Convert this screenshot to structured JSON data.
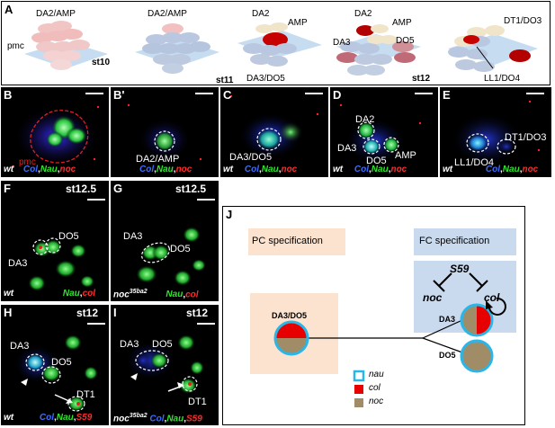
{
  "panel_letters": {
    "A": "A",
    "B": "B",
    "Bp": "B'",
    "C": "C",
    "D": "D",
    "E": "E",
    "F": "F",
    "G": "G",
    "H": "H",
    "I": "I",
    "J": "J"
  },
  "panelA": {
    "pmc": "pmc",
    "s10_label": "DA2/AMP",
    "s10_stage": "st10",
    "s11a_label": "DA2/AMP",
    "s11_stage": "st11",
    "s11b_da2": "DA2",
    "s11b_amp": "AMP",
    "s11b_da3do5": "DA3/DO5",
    "s12a_da2": "DA2",
    "s12a_amp": "AMP",
    "s12a_da3": "DA3",
    "s12a_do5": "DO5",
    "s12_stage": "st12",
    "s12b_dt1": "DT1/DO3",
    "s12b_ll1": "LL1/DO4"
  },
  "panelB": {
    "pmc": "pmc",
    "wt": "wt",
    "col": "Col",
    "nau": "Nau",
    "noc": "noc",
    "comma1": ",",
    "comma2": ","
  },
  "panelBp": {
    "label": "DA2/AMP",
    "col": "Col",
    "nau": "Nau",
    "noc": "noc",
    "comma1": ",",
    "comma2": ","
  },
  "panelC": {
    "label": "DA3/DO5",
    "wt": "wt",
    "col": "Col",
    "nau": "Nau",
    "noc": "noc",
    "comma1": ",",
    "comma2": ","
  },
  "panelD": {
    "da2": "DA2",
    "da3": "DA3",
    "do5": "DO5",
    "amp": "AMP",
    "wt": "wt",
    "col": "Col",
    "nau": "Nau",
    "noc": "noc",
    "comma1": ",",
    "comma2": ","
  },
  "panelE": {
    "dt1": "DT1/DO3",
    "ll1": "LL1/DO4",
    "wt": "wt",
    "col": "Col",
    "nau": "Nau",
    "noc": "noc",
    "comma1": ",",
    "comma2": ","
  },
  "panelF": {
    "stage": "st12.5",
    "do5": "DO5",
    "da3": "DA3",
    "wt": "wt",
    "nau": "Nau",
    "col": "col",
    "comma": ","
  },
  "panelG": {
    "stage": "st12.5",
    "da3": "DA3",
    "do5": "DO5",
    "geno": "noc",
    "geno_sup": "35ba2",
    "nau": "Nau",
    "col": "col",
    "comma": ","
  },
  "panelH": {
    "stage": "st12",
    "da3": "DA3",
    "do5": "DO5",
    "dt1": "DT1",
    "wt": "wt",
    "col": "Col",
    "nau": "Nau",
    "s59": "S59",
    "comma1": ",",
    "comma2": ","
  },
  "panelI": {
    "stage": "st12",
    "da3": "DA3",
    "do5": "DO5",
    "dt1": "DT1",
    "geno": "noc",
    "geno_sup": "35ba2",
    "col": "Col",
    "nau": "Nau",
    "s59": "S59",
    "comma1": ",",
    "comma2": ","
  },
  "panelJ": {
    "pc_spec": "PC specification",
    "fc_spec": "FC specification",
    "da3do5": "DA3/DO5",
    "s59": "S59",
    "noc": "noc",
    "col": "col",
    "da3": "DA3",
    "do5": "DO5",
    "legend": [
      {
        "name": "nau",
        "color": "#29b6e8"
      },
      {
        "name": "col",
        "color": "#e60000"
      },
      {
        "name": "noc",
        "color": "#a08c66"
      }
    ]
  },
  "colors": {
    "pc_box": "#fbe3cf",
    "fc_box": "#c9d9ee",
    "red": "#e60000",
    "tan": "#a08c66",
    "cyan": "#29b6e8"
  }
}
